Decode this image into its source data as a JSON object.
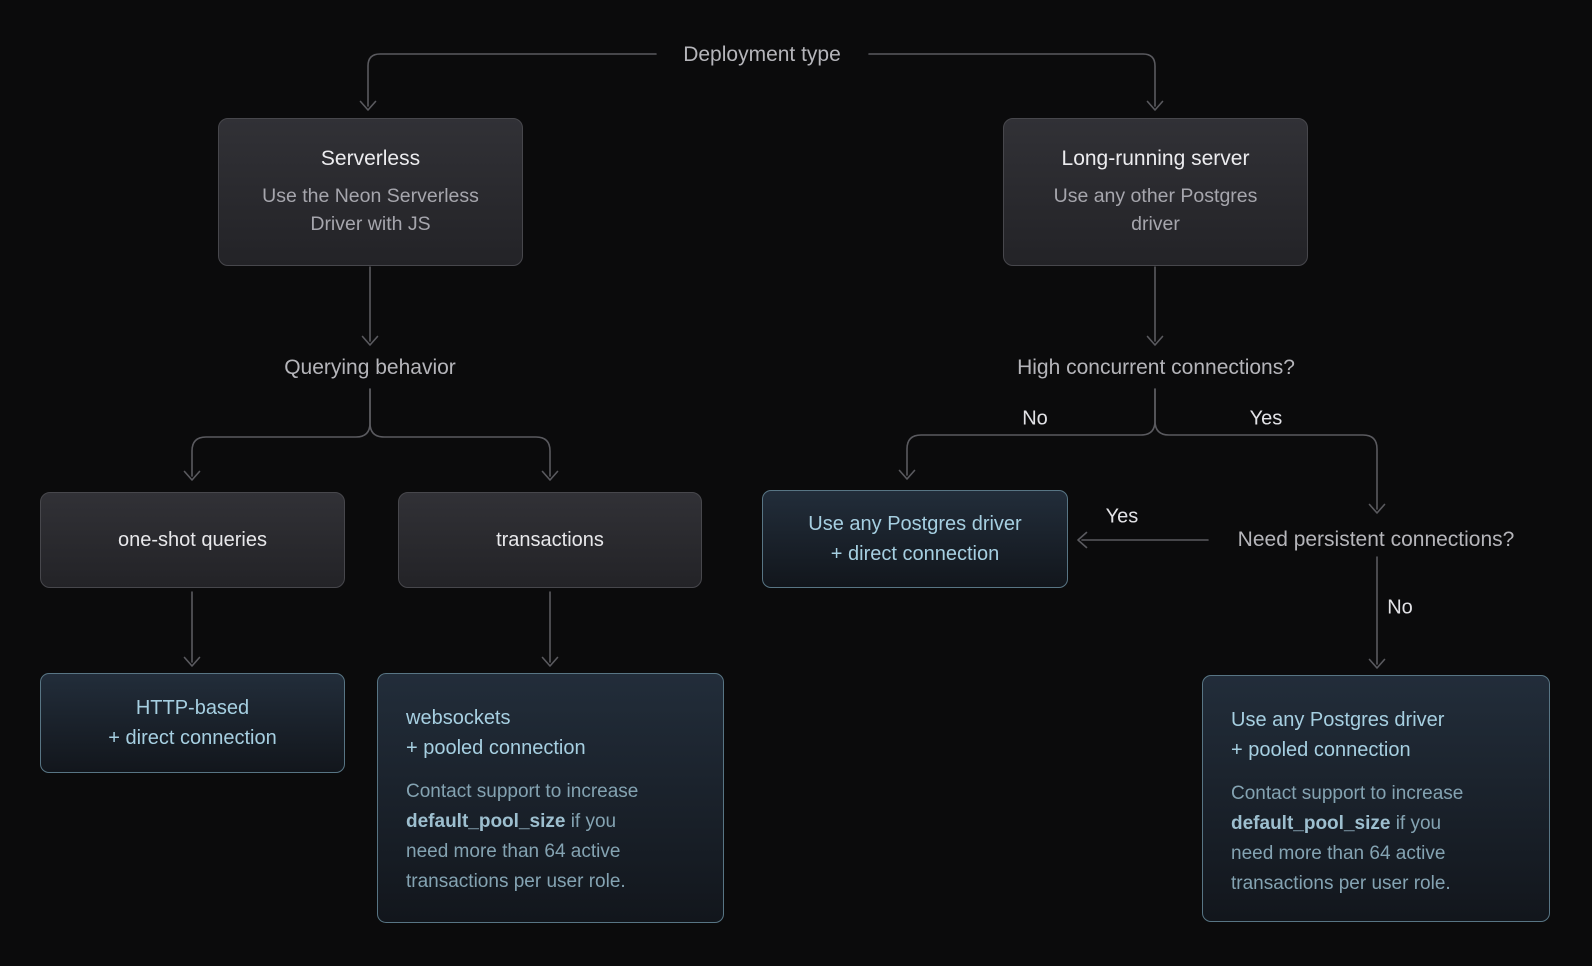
{
  "colors": {
    "background": "#0b0b0c",
    "connector_line": "#5a5a5f",
    "dark_node_bg_top": "#313136",
    "dark_node_bg_bottom": "#232327",
    "dark_node_border": "#47474c",
    "blue_node_bg_top": "#222d3a",
    "blue_node_bg_bottom": "#12161c",
    "blue_node_border": "#587584",
    "accent_text": "#a6cfe1",
    "note_text": "#84a3b2",
    "note_bold_text": "#9dbfcf",
    "heading_label_text": "#b5b5ba",
    "branch_label_text": "#e2e2e6"
  },
  "labels": {
    "deployment_type": "Deployment type",
    "querying_behavior": "Querying behavior",
    "high_concurrent_connections": "High concurrent connections?",
    "need_persistent_connections": "Need persistent connections?",
    "no_high_concurrent": "No",
    "yes_high_concurrent": "Yes",
    "yes_need_persistent": "Yes",
    "no_need_persistent": "No"
  },
  "nodes": {
    "serverless": {
      "title": "Serverless",
      "subtitle": "Use the Neon Serverless Driver with JS"
    },
    "long_running_server": {
      "title": "Long-running server",
      "subtitle": "Use any other Postgres driver"
    },
    "one_shot_queries": {
      "label": "one-shot queries"
    },
    "transactions": {
      "label": "transactions"
    },
    "http_direct": {
      "line1": "HTTP-based",
      "line2": "+ direct connection"
    },
    "any_driver_direct": {
      "line1": "Use any Postgres driver",
      "line2": "+ direct connection"
    },
    "websockets_pooled": {
      "line1": "websockets",
      "line2": "+ pooled connection",
      "note_pre": "Contact support to increase ",
      "note_bold": "default_pool_size",
      "note_post": " if you need more than 64 active transactions per user role."
    },
    "any_driver_pooled": {
      "line1": "Use any Postgres driver",
      "line2": "+ pooled connection",
      "note_pre": "Contact support to increase ",
      "note_bold": "default_pool_size",
      "note_post": " if you need more than 64 active transactions per user role."
    }
  }
}
